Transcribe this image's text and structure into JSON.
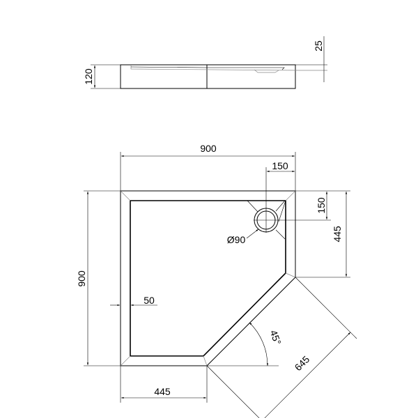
{
  "side_view": {
    "height_label": "120",
    "rim_label": "25"
  },
  "plan_view": {
    "width_label": "900",
    "drain_offset_x_label": "150",
    "drain_offset_y_label": "150",
    "right_side_label": "445",
    "depth_label": "900",
    "rim_width_label": "50",
    "bottom_side_label": "445",
    "diagonal_label": "645",
    "angle_label": "45°",
    "drain_diameter_label": "Ø90"
  }
}
